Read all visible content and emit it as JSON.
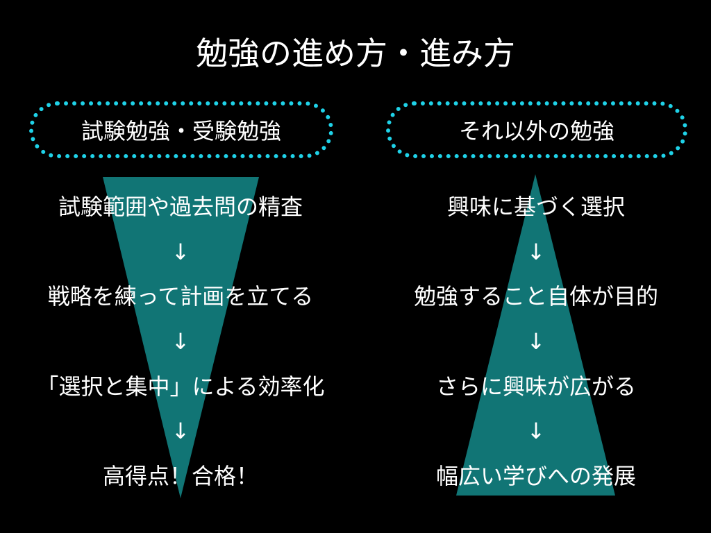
{
  "title": "勉強の進め方・進み方",
  "colors": {
    "background": "#000000",
    "text": "#ffffff",
    "triangle_fill": "#117575",
    "pill_border": "#1fd2e8"
  },
  "left": {
    "header": "試験勉強・受験勉強",
    "shape": "inverted-triangle",
    "steps": [
      "試験範囲や過去問の精査",
      "戦略を練って計画を立てる",
      "「選択と集中」による効率化",
      "高得点！合格！"
    ]
  },
  "right": {
    "header": "それ以外の勉強",
    "shape": "upright-triangle",
    "steps": [
      "興味に基づく選択",
      "勉強すること自体が目的",
      "さらに興味が広がる",
      "幅広い学びへの発展"
    ]
  },
  "arrow_glyph": "↓"
}
